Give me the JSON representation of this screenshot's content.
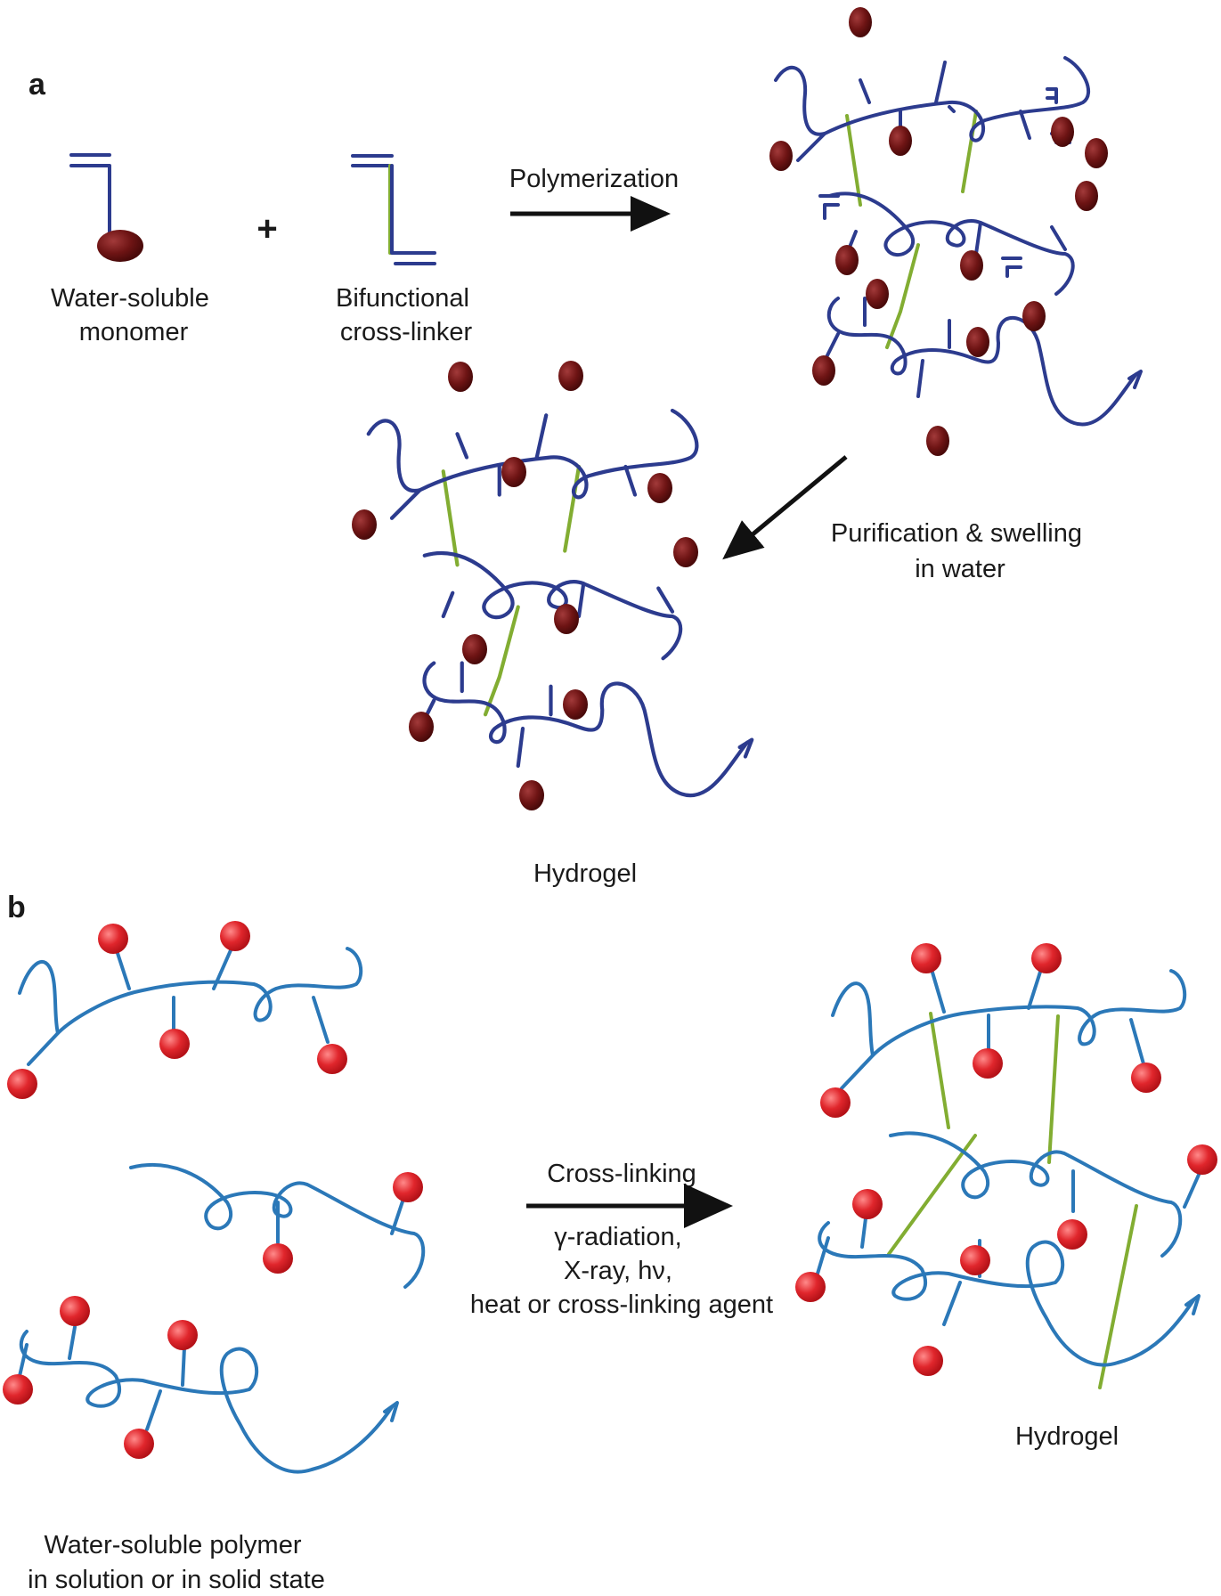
{
  "panel_a": {
    "label": "a",
    "monomer_label": [
      "Water-soluble",
      "monomer"
    ],
    "plus": "+",
    "crosslinker_label": [
      "Bifunctional",
      "cross-linker"
    ],
    "arrow_polymerization_label": "Polymerization",
    "arrow_purification_label": [
      "Purification & swelling",
      "in water"
    ],
    "product_label": "Hydrogel"
  },
  "panel_b": {
    "label": "b",
    "reactant_label": [
      "Water-soluble polymer",
      "in solution or in solid state"
    ],
    "arrow_label": "Cross-linking",
    "conditions": [
      "γ-radiation,",
      "X-ray, hν,",
      "heat or cross-linking agent"
    ],
    "product_label": "Hydrogel"
  },
  "colors": {
    "chain_a": "#2c3b8e",
    "chain_b": "#2b78b8",
    "crosslink": "#82ad32",
    "bead_a": "#6e1414",
    "bead_b": "#e0262c",
    "arrow": "#111111"
  }
}
